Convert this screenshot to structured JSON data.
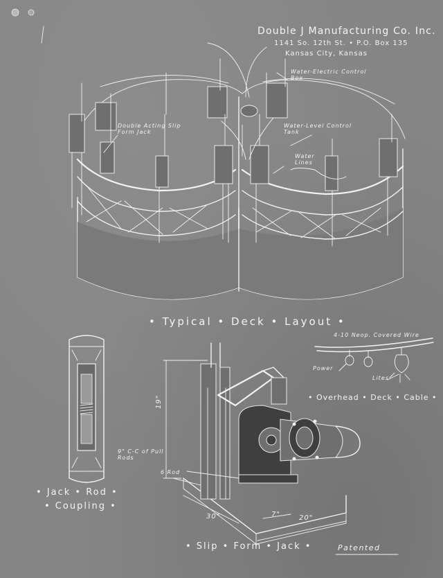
{
  "company": {
    "name": "Double J Manufacturing Co. Inc.",
    "address": "1141 So. 12th St. • P.O. Box 135",
    "city": "Kansas City, Kansas"
  },
  "deck_callouts": {
    "control_box": "Water-Electric Control Box",
    "jack": "Double Acting Slip Form Jack",
    "tank": "Water-Level Control Tank",
    "lines": "Water Lines"
  },
  "captions": {
    "deck_layout": "• Typical • Deck • Layout •",
    "jack_rod_coupling_1": "• Jack • Rod •",
    "jack_rod_coupling_2": "• Coupling •",
    "overhead_cable": "• Overhead • Deck • Cable •",
    "slip_form_jack": "• Slip • Form • Jack •",
    "patented": "Patented"
  },
  "cable_callouts": {
    "wire": "4-10 Neop. Covered Wire",
    "power": "Power",
    "lites": "Lites"
  },
  "jack_dimensions": {
    "height": "19\"",
    "width": "30\"",
    "depth": "20\"",
    "inset": "7\"",
    "pull_rod": "9\" C-C of Pull Rods",
    "rod": "6 Rod"
  },
  "colors": {
    "paper": "#858585",
    "ink": "#f2f2f2"
  }
}
